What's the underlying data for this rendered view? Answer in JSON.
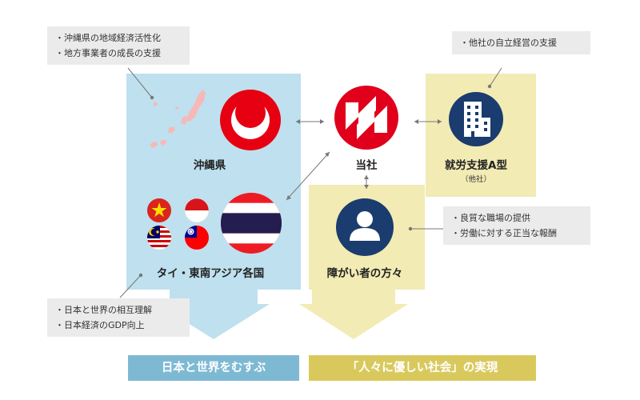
{
  "notes": {
    "okinawa": [
      "・沖縄県の地域経済活性化",
      "・地方事業者の成長の支援"
    ],
    "other_company": [
      "・他社の自立経営の支援"
    ],
    "disability": [
      "・良質な職場の提供",
      "・労働に対する正当な報酬"
    ],
    "world": [
      "・日本と世界の相互理解",
      "・日本経済のGDP向上"
    ]
  },
  "labels": {
    "okinawa": "沖縄県",
    "company": "当社",
    "support": "就労支援A型",
    "support_sub": "（他社）",
    "countries": "タイ・東南アジア各国",
    "people": "障がい者の方々"
  },
  "banners": {
    "left": "日本と世界をむすぶ",
    "right": "「人々に優しい社会」の実現"
  },
  "colors": {
    "blue_panel": "#bfe0ee",
    "yellow_panel": "#f2ebb4",
    "blue_banner": "#7eb9d4",
    "yellow_banner": "#d9c95d",
    "navy": "#1a3c6e",
    "red": "#d9001b"
  }
}
